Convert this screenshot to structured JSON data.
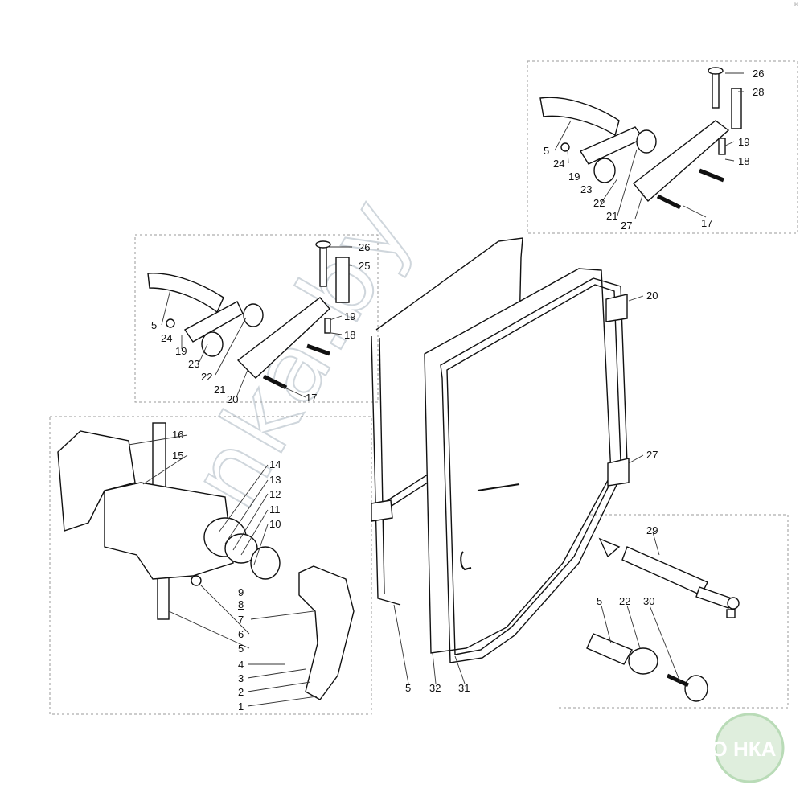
{
  "corner_mark": "®",
  "watermark": "nka.by",
  "logo": {
    "text": "АГРО НКА",
    "color": "#9fd3a0"
  },
  "callouts": {
    "ur": [
      "26",
      "28",
      "5",
      "24",
      "19",
      "23",
      "22",
      "21",
      "27",
      "17",
      "19",
      "18"
    ],
    "ml": [
      "26",
      "25",
      "5",
      "24",
      "19",
      "23",
      "22",
      "21",
      "20",
      "17",
      "19",
      "18"
    ],
    "lock": [
      "16",
      "15",
      "14",
      "13",
      "12",
      "11",
      "10",
      "9",
      "8",
      "7",
      "6",
      "5",
      "4",
      "3",
      "2",
      "1"
    ],
    "door": [
      "20",
      "27",
      "5",
      "32",
      "31"
    ],
    "strut": [
      "29"
    ],
    "roller": [
      "5",
      "22",
      "30"
    ]
  }
}
